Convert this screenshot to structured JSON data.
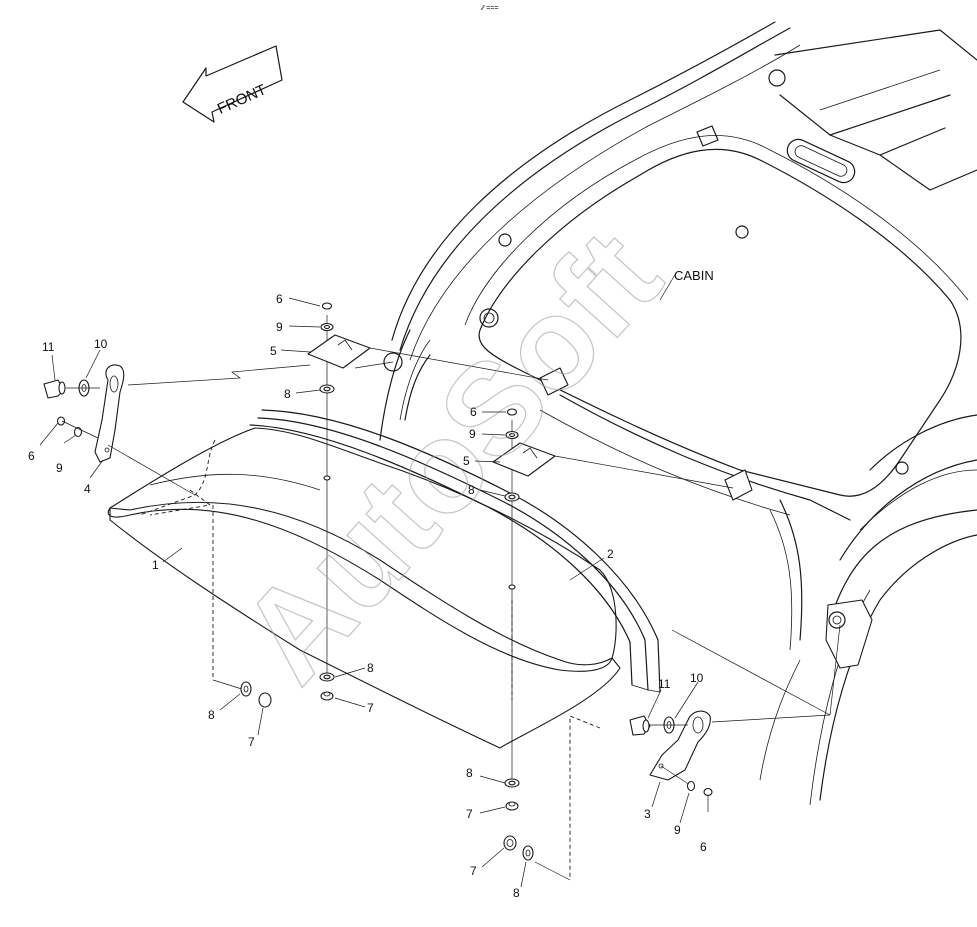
{
  "top_mark": "⁄⁄ ===",
  "front_label": "FRONT",
  "cabin_label": "CABIN",
  "watermark": "AutoSoft",
  "callouts": {
    "c1": "1",
    "c2": "2",
    "c3": "3",
    "c4": "4",
    "c5a": "5",
    "c5b": "5",
    "c6a": "6",
    "c6b": "6",
    "c6c": "6",
    "c6d": "6",
    "c7a": "7",
    "c7b": "7",
    "c7c": "7",
    "c7d": "7",
    "c8a": "8",
    "c8b": "8",
    "c8c": "8",
    "c8d": "8",
    "c8e": "8",
    "c8f": "8",
    "c9a": "9",
    "c9b": "9",
    "c9c": "9",
    "c9d": "9",
    "c10a": "10",
    "c10b": "10",
    "c11a": "11",
    "c11b": "11"
  }
}
